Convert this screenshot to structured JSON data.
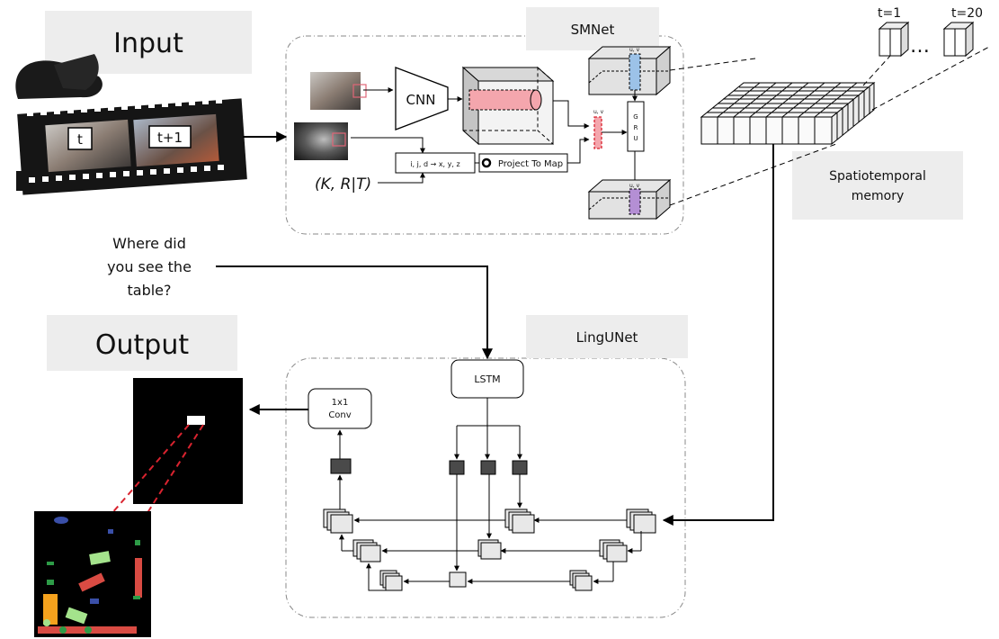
{
  "labels": {
    "input": "Input",
    "output": "Output",
    "smnet": "SMNet",
    "lingunet": "LingUNet",
    "spatiotemporal_line1": "Spatiotemporal",
    "spatiotemporal_line2": "memory"
  },
  "frames": {
    "t": "t",
    "t_plus_1": "t+1"
  },
  "smnet_blocks": {
    "cnn": "CNN",
    "project": "Project To Map",
    "proj_eq": "i, j, d → x, y, z",
    "gru_g": "G",
    "gru_r": "R",
    "gru_u": "U",
    "uv_top": "u, v",
    "uv_mid": "u, v",
    "uv_bottom": "u, v",
    "camera_params": "(K, R|T)"
  },
  "memory_time": {
    "start": "t=1",
    "ellipsis": "…",
    "end": "t=20"
  },
  "question": {
    "line1": "Where did",
    "line2": "you see the",
    "line3": "table?"
  },
  "lingunet_blocks": {
    "lstm": "LSTM",
    "conv_line1": "1x1",
    "conv_line2": "Conv"
  },
  "colors": {
    "label_box": "#ededed",
    "feature_highlight": "#f4a6ad",
    "purple_cell": "#b48fd4",
    "blue_cell": "#9cc2e8",
    "red_dashed": "#d9232f",
    "dark_feature": "#4a4a4a"
  }
}
